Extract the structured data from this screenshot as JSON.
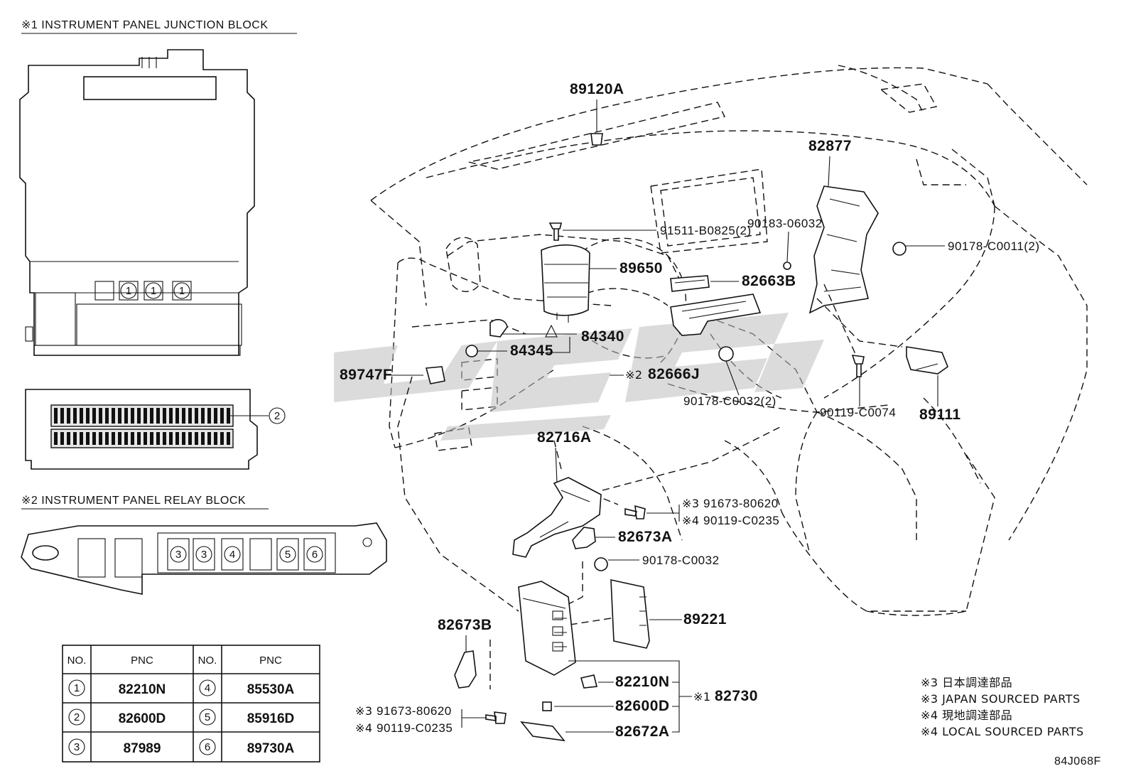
{
  "sections": {
    "junction_block_title": "※1 INSTRUMENT PANEL JUNCTION BLOCK",
    "relay_block_title": "※2 INSTRUMENT PANEL RELAY BLOCK"
  },
  "junction_callouts": {
    "c1": "1",
    "c2": "2"
  },
  "relay_callouts": [
    "3",
    "3",
    "4",
    "5",
    "6"
  ],
  "table": {
    "headers": {
      "no": "NO.",
      "pnc": "PNC"
    },
    "rows": [
      {
        "no": "1",
        "pnc": "82210N"
      },
      {
        "no": "2",
        "pnc": "82600D"
      },
      {
        "no": "3",
        "pnc": "87989"
      },
      {
        "no": "4",
        "pnc": "85530A"
      },
      {
        "no": "5",
        "pnc": "85916D"
      },
      {
        "no": "6",
        "pnc": "89730A"
      }
    ]
  },
  "parts": {
    "p89120A": "89120A",
    "p82877": "82877",
    "p91511": "91511-B0825(2)",
    "p90183": "90183-06032",
    "p90178a": "90178-C0011(2)",
    "p89650": "89650",
    "p82663B": "82663B",
    "p84340": "84340",
    "p84345": "84345",
    "p89747F": "89747F",
    "p82666J": "82666J",
    "p82666J_mark": "※2",
    "p90178b": "90178-C0032(2)",
    "p90119a": "90119-C0074",
    "p89111": "89111",
    "p82716A": "82716A",
    "p91673a": "91673-80620",
    "p91673a_mark": "※3",
    "p90119b": "90119-C0235",
    "p90119b_mark": "※4",
    "p82673A": "82673A",
    "p90178c": "90178-C0032",
    "p89221": "89221",
    "p82673B": "82673B",
    "p82210N": "82210N",
    "p82730": "82730",
    "p82730_mark": "※1",
    "p82600D": "82600D",
    "p82672A": "82672A",
    "p91673b": "91673-80620",
    "p91673b_mark": "※3",
    "p90119c": "90119-C0235",
    "p90119c_mark": "※4"
  },
  "notes": [
    "※3 日本調達部品",
    "※3 JAPAN SOURCED PARTS",
    "※4 現地調達部品",
    "※4 LOCAL SOURCED PARTS"
  ],
  "figure_code": "84J068F",
  "icons": {
    "watermark": "brand-watermark-logo",
    "bolt": "bolt-icon",
    "clip": "clip-icon"
  }
}
